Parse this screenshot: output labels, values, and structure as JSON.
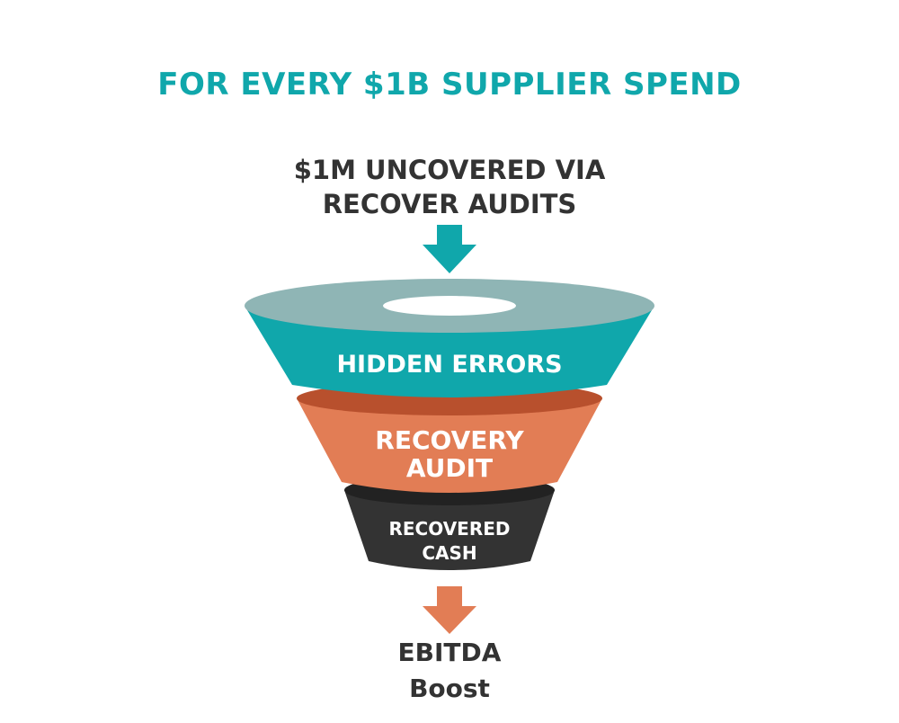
{
  "headline": "FOR EVERY $1B SUPPLIER SPEND",
  "top_caption": {
    "line1": "$1M UNCOVERED VIA",
    "line2": "RECOVER AUDITS"
  },
  "funnel": [
    {
      "label_lines": [
        "HIDDEN ERRORS"
      ],
      "color": "#10a7ab"
    },
    {
      "label_lines": [
        "RECOVERY",
        "AUDIT"
      ],
      "color": "#e27d55"
    },
    {
      "label_lines": [
        "RECOVERED",
        "CASH"
      ],
      "color": "#333333"
    }
  ],
  "bottom_caption": {
    "line1": "EBITDA",
    "line2": "Boost"
  },
  "colors": {
    "accent_teal": "#10a7ab",
    "accent_orange": "#e27d55",
    "dark": "#333333",
    "rim_grey": "#8fb5b5"
  }
}
